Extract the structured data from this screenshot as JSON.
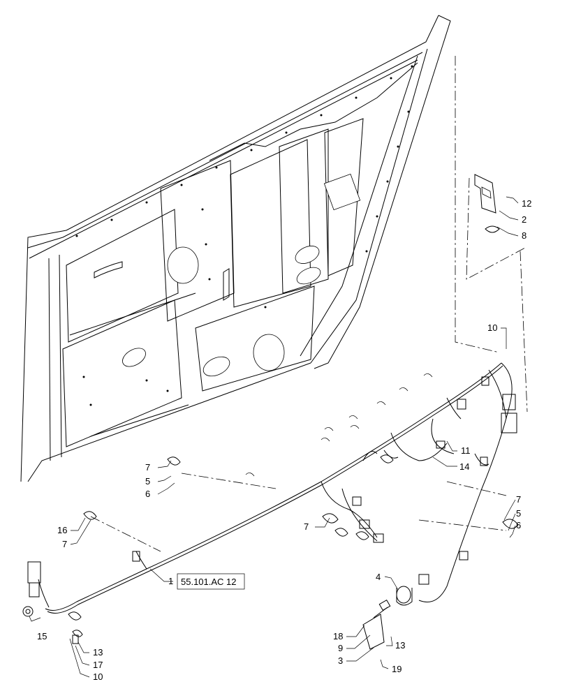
{
  "callouts": {
    "c1": "1",
    "ref_box": "55.101.AC 12",
    "c2": "2",
    "c3": "3",
    "c4": "4",
    "c5a": "5",
    "c5b": "5",
    "c6a": "6",
    "c6b": "6",
    "c7a": "7",
    "c7b": "7",
    "c7c": "7",
    "c7d": "7",
    "c8": "8",
    "c9": "9",
    "c10a": "10",
    "c10b": "10",
    "c11": "11",
    "c12": "12",
    "c13a": "13",
    "c13b": "13",
    "c14": "14",
    "c15": "15",
    "c16": "16",
    "c17": "17",
    "c18": "18",
    "c19": "19"
  }
}
